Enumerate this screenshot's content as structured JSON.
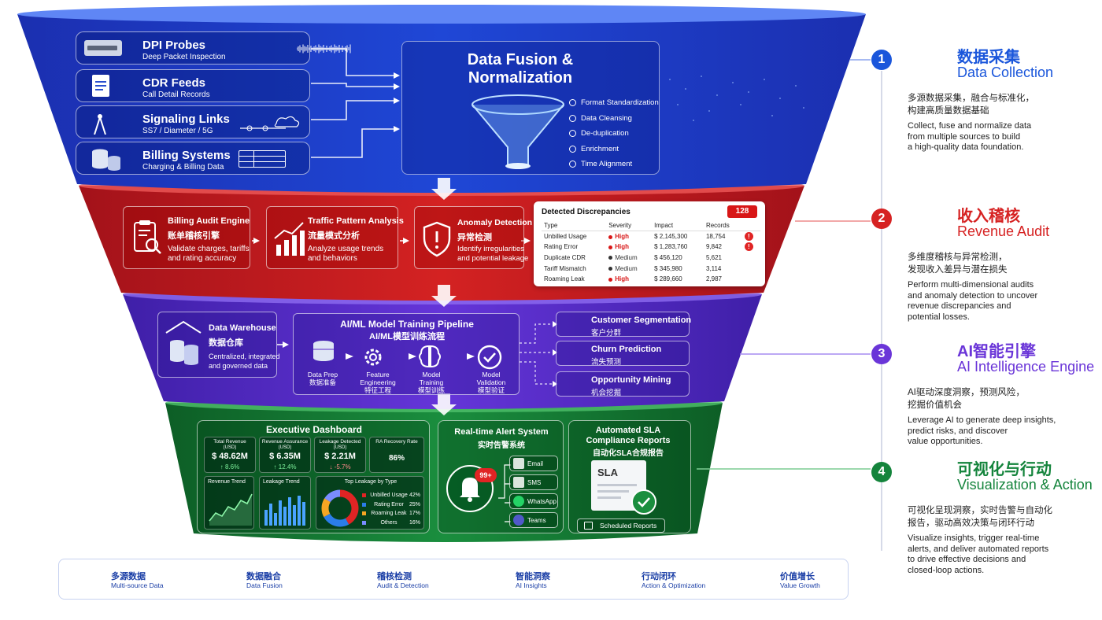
{
  "collection": {
    "sources": [
      {
        "title": "DPI Probes",
        "subtitle": "Deep Packet Inspection",
        "icon": "server-icon"
      },
      {
        "title": "CDR Feeds",
        "subtitle": "Call Detail Records",
        "icon": "document-icon"
      },
      {
        "title": "Signaling Links",
        "subtitle": "SS7 / Diameter / 5G",
        "icon": "antenna-icon"
      },
      {
        "title": "Billing Systems",
        "subtitle": "Charging & Billing Data",
        "icon": "database-icon"
      }
    ],
    "fusion": {
      "title_line1": "Data Fusion &",
      "title_line2": "Normalization",
      "steps": [
        "Format Standardization",
        "Data Cleansing",
        "De-duplication",
        "Enrichment",
        "Time Alignment"
      ]
    }
  },
  "audit": {
    "engines": [
      {
        "title": "Billing Audit Engine",
        "title_cn": "账单稽核引擎",
        "desc_line1": "Validate charges, tariffs",
        "desc_line2": "and rating accuracy",
        "icon": "clipboard-search-icon"
      },
      {
        "title": "Traffic Pattern Analysis",
        "title_cn": "流量模式分析",
        "desc_line1": "Analyze usage trends",
        "desc_line2": "and behaviors",
        "icon": "bar-chart-icon"
      },
      {
        "title": "Anomaly Detection",
        "title_cn": "异常检测",
        "desc_line1": "Identify irregularities",
        "desc_line2": "and potential leakage",
        "icon": "shield-alert-icon"
      }
    ],
    "discrepancies": {
      "title": "Detected Discrepancies",
      "count": "128",
      "headers": [
        "Type",
        "Severity",
        "Impact",
        "Records"
      ],
      "rows": [
        {
          "type": "Unbilled Usage",
          "severity": "High",
          "impact": "$ 2,145,300",
          "records": "18,754",
          "flag": "!"
        },
        {
          "type": "Rating Error",
          "severity": "High",
          "impact": "$ 1,283,760",
          "records": "9,842",
          "flag": "!"
        },
        {
          "type": "Duplicate CDR",
          "severity": "Medium",
          "impact": "$ 456,120",
          "records": "5,621",
          "flag": ""
        },
        {
          "type": "Tariff Mismatch",
          "severity": "Medium",
          "impact": "$ 345,980",
          "records": "3,114",
          "flag": ""
        },
        {
          "type": "Roaming Leak",
          "severity": "High",
          "impact": "$ 289,660",
          "records": "2,987",
          "flag": ""
        }
      ]
    }
  },
  "ai": {
    "warehouse": {
      "title": "Data Warehouse",
      "title_cn": "数据仓库",
      "desc_line1": "Centralized, integrated",
      "desc_line2": "and governed data"
    },
    "pipeline": {
      "title": "AI/ML Model Training Pipeline",
      "title_cn": "AI/ML模型训练流程",
      "steps": [
        {
          "l1": "Data Prep",
          "l2": "",
          "cn": "数据准备",
          "icon": "database-icon"
        },
        {
          "l1": "Feature",
          "l2": "Engineering",
          "cn": "特征工程",
          "icon": "gear-icon"
        },
        {
          "l1": "Model",
          "l2": "Training",
          "cn": "模型训练",
          "icon": "brain-icon"
        },
        {
          "l1": "Model",
          "l2": "Validation",
          "cn": "模型验证",
          "icon": "check-circle-icon"
        }
      ]
    },
    "outputs": [
      {
        "title": "Customer Segmentation",
        "cn": "客户分群",
        "icon": "users-icon"
      },
      {
        "title": "Churn Prediction",
        "cn": "流失预测",
        "icon": "trend-down-icon"
      },
      {
        "title": "Opportunity Mining",
        "cn": "机会挖掘",
        "icon": "diamond-icon"
      }
    ]
  },
  "viz": {
    "dashboard": {
      "title": "Executive Dashboard",
      "kpis": [
        {
          "label": "Total Revenue",
          "unit": "(USD)",
          "value": "$ 48.62M",
          "delta": "↑ 8.6%",
          "dir": "up"
        },
        {
          "label": "Revenue Assurance",
          "unit": "(USD)",
          "value": "$ 6.35M",
          "delta": "↑ 12.4%",
          "dir": "up"
        },
        {
          "label": "Leakage Detected",
          "unit": "(USD)",
          "value": "$ 2.21M",
          "delta": "↓ -5.7%",
          "dir": "down"
        },
        {
          "label": "RA Recovery Rate",
          "unit": "",
          "value": "86%",
          "delta": "",
          "dir": "ring",
          "ratio": 0.86
        }
      ],
      "revenue_trend_label": "Revenue Trend",
      "leakage_trend_label": "Leakage Trend",
      "top_leakage": {
        "title": "Top Leakage by Type",
        "items": [
          {
            "name": "Unbilled Usage",
            "value": "42%",
            "share": 42,
            "color": "#e02424"
          },
          {
            "name": "Rating Error",
            "value": "25%",
            "share": 25,
            "color": "#2b7de9"
          },
          {
            "name": "Roaming Leak",
            "value": "17%",
            "share": 17,
            "color": "#f5a623"
          },
          {
            "name": "Others",
            "value": "16%",
            "share": 16,
            "color": "#7a8cff"
          }
        ]
      }
    },
    "alerts": {
      "title": "Real-time Alert System",
      "title_cn": "实时告警系统",
      "badge": "99+",
      "channels": [
        {
          "name": "Email",
          "icon": "mail-icon"
        },
        {
          "name": "SMS",
          "icon": "sms-icon"
        },
        {
          "name": "WhatsApp",
          "icon": "whatsapp-icon"
        },
        {
          "name": "Teams",
          "icon": "teams-icon"
        }
      ]
    },
    "sla": {
      "title_line1": "Automated SLA",
      "title_line2": "Compliance Reports",
      "title_cn": "自动化SLA合规报告",
      "doc_label": "SLA",
      "button": "Scheduled Reports"
    }
  },
  "right_panel": [
    {
      "num": "1",
      "cn": "数据采集",
      "en": "Data Collection",
      "color": "#1a56db",
      "cn_desc": [
        "多源数据采集，融合与标准化，",
        "构建高质量数据基础"
      ],
      "en_desc": [
        "Collect, fuse and normalize data",
        "from multiple sources to build",
        "a high-quality data foundation."
      ]
    },
    {
      "num": "2",
      "cn": "收入稽核",
      "en": "Revenue Audit",
      "color": "#d62222",
      "cn_desc": [
        "多维度稽核与异常检测，",
        "发现收入差异与潜在损失"
      ],
      "en_desc": [
        "Perform multi-dimensional audits",
        "and anomaly detection to uncover",
        "revenue discrepancies and",
        "potential losses."
      ]
    },
    {
      "num": "3",
      "cn": "AI智能引擎",
      "en": "AI Intelligence Engine",
      "color": "#6a35d8",
      "cn_desc": [
        "AI驱动深度洞察，预测风险，",
        "挖掘价值机会"
      ],
      "en_desc": [
        "Leverage AI to generate deep insights,",
        "predict risks, and discover",
        "value opportunities."
      ]
    },
    {
      "num": "4",
      "cn": "可视化与行动",
      "en": "Visualization & Action",
      "color": "#14843c",
      "cn_desc": [
        "可视化呈现洞察，实时告警与自动化",
        "报告，驱动高效决策与闭环行动"
      ],
      "en_desc": [
        "Visualize insights, trigger real-time",
        "alerts, and deliver automated reports",
        "to drive effective decisions and",
        "closed-loop actions."
      ]
    }
  ],
  "bottom_flow": [
    {
      "cn": "多源数据",
      "en": "Multi-source Data",
      "icon": "database-icon"
    },
    {
      "cn": "数据融合",
      "en": "Data Fusion",
      "icon": "funnel-icon"
    },
    {
      "cn": "稽核检测",
      "en": "Audit & Detection",
      "icon": "shield-check-icon"
    },
    {
      "cn": "智能洞察",
      "en": "AI Insights",
      "icon": "brain-icon"
    },
    {
      "cn": "行动闭环",
      "en": "Action & Optimization",
      "icon": "target-icon"
    },
    {
      "cn": "价值增长",
      "en": "Value Growth",
      "icon": "growth-chart-icon"
    }
  ],
  "colors": {
    "blue": "#1f3fbf",
    "red": "#c41f1f",
    "purple": "#5b2bc9",
    "green": "#137a34"
  }
}
